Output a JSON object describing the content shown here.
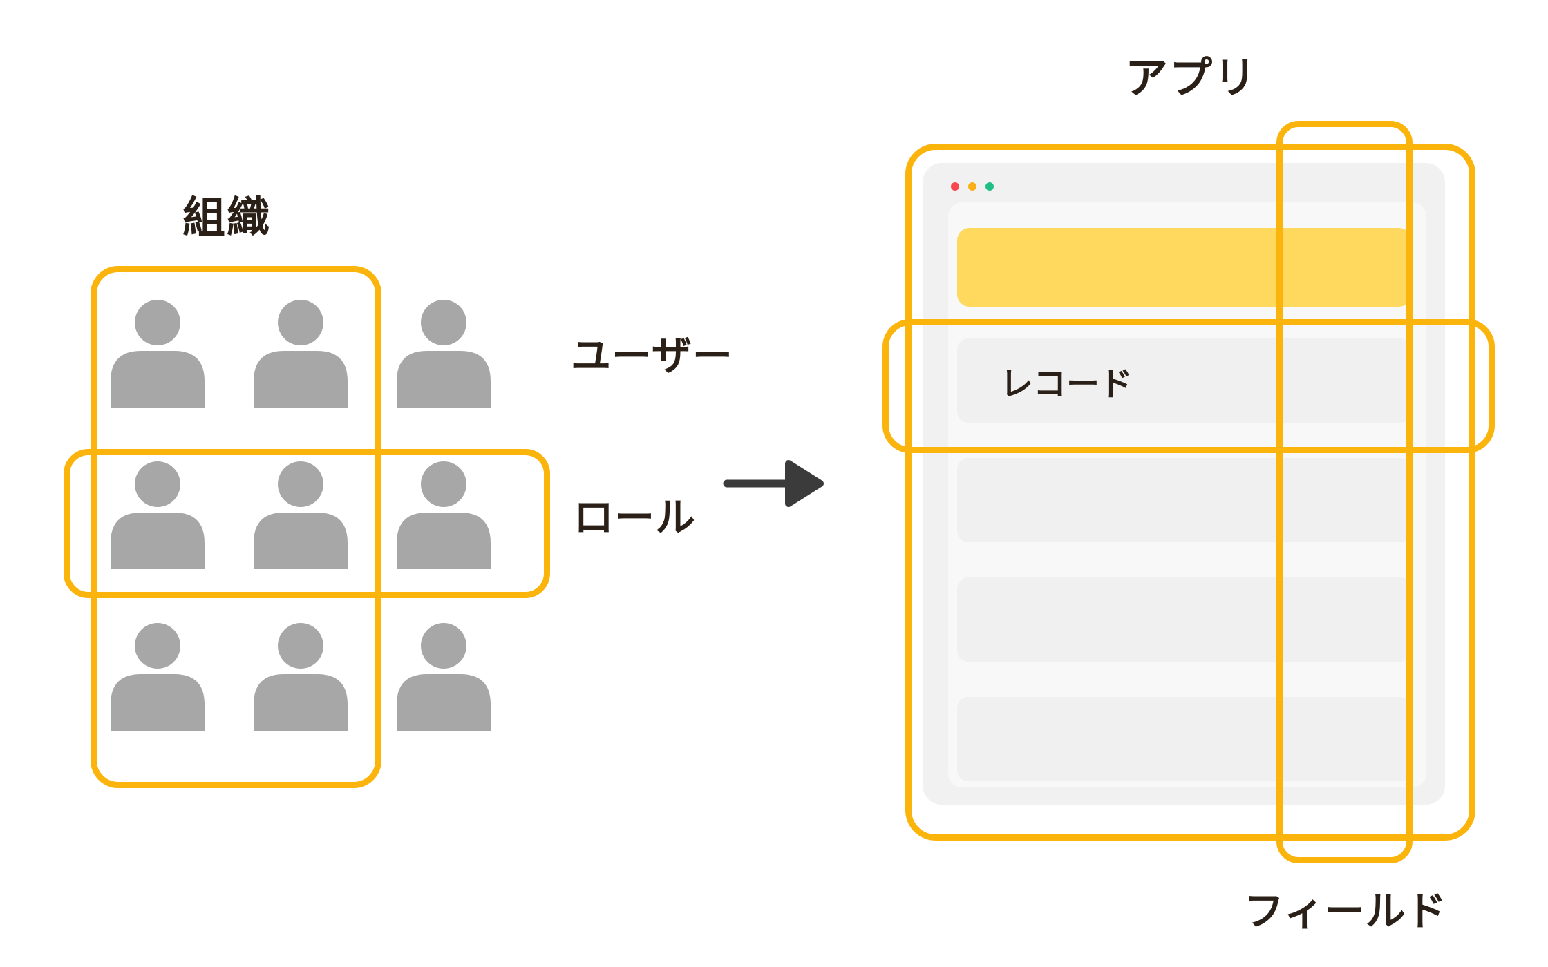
{
  "diagram": {
    "left": {
      "title": "組織",
      "labels": {
        "users": "ユーザー",
        "role": "ロール"
      },
      "people_grid": {
        "rows": 3,
        "cols": 3,
        "people_count": 9
      }
    },
    "arrow": {
      "direction": "right"
    },
    "right": {
      "title": "アプリ",
      "record_label": "レコード",
      "field_label": "フィールド",
      "browser": {
        "traffic_dots": [
          "red",
          "amber",
          "green"
        ],
        "placeholder_rows": 4
      }
    }
  },
  "icons": {
    "person": "person-silhouette-icon",
    "arrow": "arrow-right-icon",
    "window_dots": [
      "red-dot-icon",
      "amber-dot-icon",
      "green-dot-icon"
    ]
  },
  "colors": {
    "accent": "#FBB40C",
    "bar-fill": "#FFD95E",
    "person": "#A7A7A7",
    "text": "#2A2018",
    "arrow": "#3B3B3B",
    "window": "#F1F1F2",
    "panel": "#F8F8F9",
    "row": "#F0F0F1",
    "dot-red": "#F8484E",
    "dot-amber": "#FBAF17",
    "dot-green": "#1FBF83"
  }
}
